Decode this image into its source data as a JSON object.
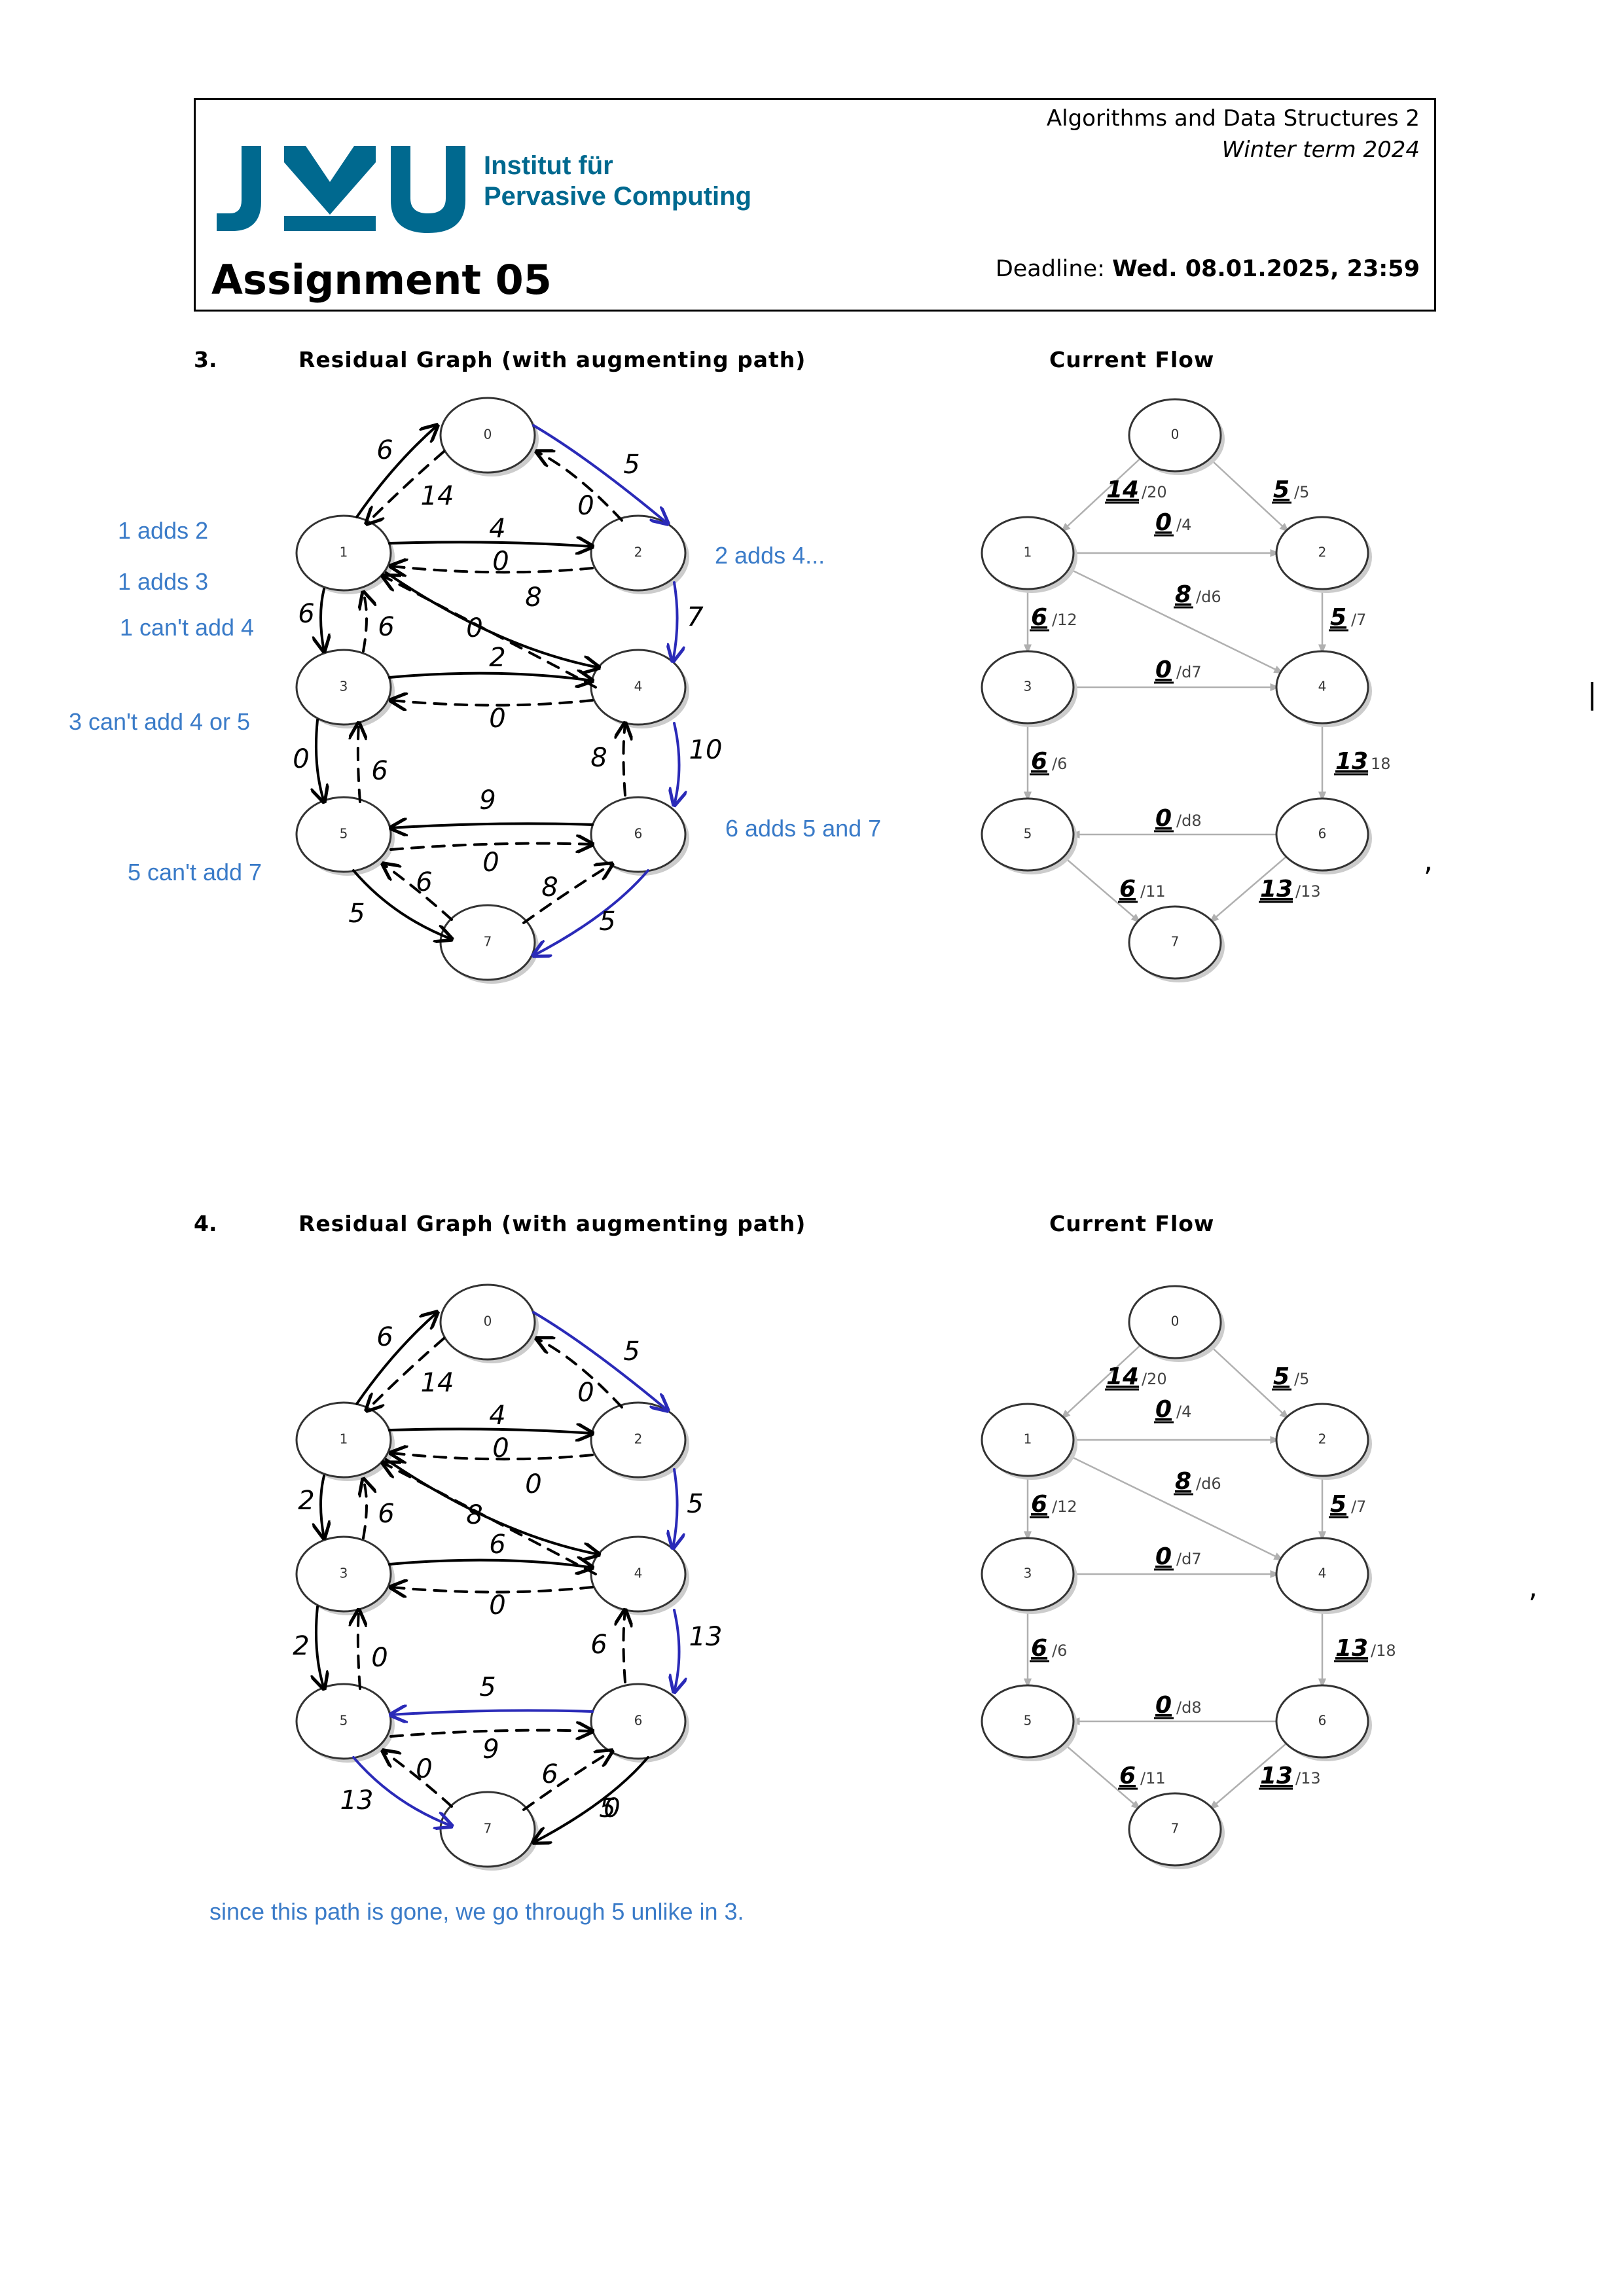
{
  "header": {
    "logo_text": "JKU",
    "institute_line1": "Institut für",
    "institute_line2": "Pervasive Computing",
    "assignment_title": "Assignment 05",
    "course": "Algorithms and Data Structures 2",
    "term": "Winter term 2024",
    "deadline_label": "Deadline:",
    "deadline_value": "Wed. 08.01.2025, 23:59",
    "colors": {
      "brand": "#00698f",
      "text": "#000000"
    }
  },
  "sections": [
    {
      "number": "3.",
      "residual_title": "Residual Graph (with augmenting path)",
      "flow_title": "Current Flow",
      "residual_edge_labels": [
        "6",
        "14",
        "5",
        "0",
        "4",
        "0",
        "8",
        "0",
        "7",
        "6",
        "6",
        "2",
        "0",
        "0",
        "6",
        "8",
        "10",
        "9",
        "0",
        "6",
        "8",
        "5",
        "5"
      ],
      "flow_labels": [
        {
          "flow": "14",
          "cap": "/20"
        },
        {
          "flow": "5",
          "cap": "/5"
        },
        {
          "flow": "0",
          "cap": "/4"
        },
        {
          "flow": "8",
          "cap": "/d6"
        },
        {
          "flow": "6",
          "cap": "/12"
        },
        {
          "flow": "5",
          "cap": "/7"
        },
        {
          "flow": "0",
          "cap": "/d7"
        },
        {
          "flow": "6",
          "cap": "/6"
        },
        {
          "flow": "13",
          "cap": "18"
        },
        {
          "flow": "0",
          "cap": "/d8"
        },
        {
          "flow": "6",
          "cap": "/11"
        },
        {
          "flow": "13",
          "cap": "/13"
        }
      ],
      "notes": [
        "1 adds 2",
        "1 adds 3",
        "1 can't add 4",
        "3 can't add 4 or 5",
        "5 can't add 7",
        "2 adds 4...",
        "6 adds 5 and 7"
      ]
    },
    {
      "number": "4.",
      "residual_title": "Residual Graph (with augmenting path)",
      "flow_title": "Current Flow",
      "residual_edge_labels": [
        "6",
        "14",
        "5",
        "0",
        "4",
        "0",
        "0",
        "8",
        "5",
        "2",
        "6",
        "6",
        "0",
        "2",
        "0",
        "6",
        "13",
        "5",
        "9",
        "0",
        "6",
        "13",
        "5",
        "0"
      ],
      "flow_labels": [
        {
          "flow": "14",
          "cap": "/20"
        },
        {
          "flow": "5",
          "cap": "/5"
        },
        {
          "flow": "0",
          "cap": "/4"
        },
        {
          "flow": "8",
          "cap": "/d6"
        },
        {
          "flow": "6",
          "cap": "/12"
        },
        {
          "flow": "5",
          "cap": "/7"
        },
        {
          "flow": "0",
          "cap": "/d7"
        },
        {
          "flow": "6",
          "cap": "/6"
        },
        {
          "flow": "13",
          "cap": "/18"
        },
        {
          "flow": "0",
          "cap": "/d8"
        },
        {
          "flow": "6",
          "cap": "/11"
        },
        {
          "flow": "13",
          "cap": "/13"
        }
      ],
      "notes": [
        "since this path is gone, we go through 5 unlike in 3."
      ]
    }
  ],
  "node_labels": [
    "0",
    "1",
    "2",
    "3",
    "4",
    "5",
    "6",
    "7"
  ],
  "colors": {
    "note": "#3a7bc8",
    "path": "#2a2ab8",
    "flow_edge": "#b0b0b0"
  }
}
